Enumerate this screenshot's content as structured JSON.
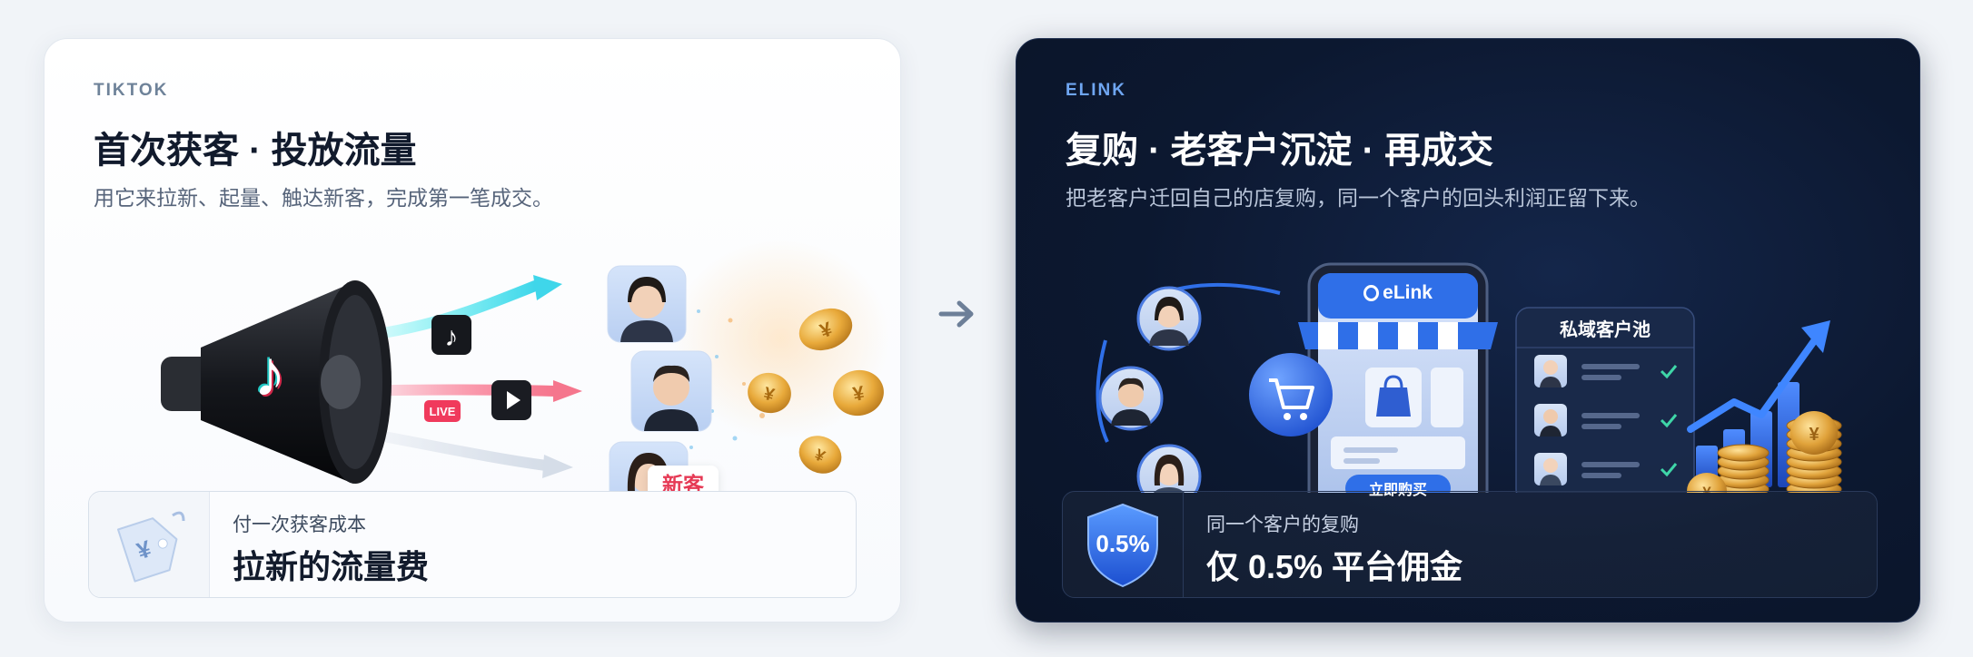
{
  "left_card": {
    "eyebrow": "TIKTOK",
    "title": "首次获客 · 投放流量",
    "subtitle": "用它来拉新、起量、触达新客，完成第一笔成交。",
    "live_badge": "LIVE",
    "new_customer_tag": "新客",
    "bottom": {
      "sub": "付一次获客成本",
      "main": "拉新的流量费",
      "icon": "yen-price-tag-icon"
    }
  },
  "right_card": {
    "eyebrow": "ELINK",
    "title": "复购 · 老客户沉淀 · 再成交",
    "subtitle": "把老客户迁回自己的店复购，同一个客户的回头利润正留下来。",
    "phone_brand": "eLink",
    "buy_button": "立即购买",
    "pool_title": "私域客户池",
    "bottom": {
      "sub": "同一个客户的复购",
      "main": "仅 0.5% 平台佣金",
      "shield_text": "0.5%"
    }
  },
  "colors": {
    "page_bg": "#f1f4f8",
    "dark_card_bg": "#0c1830",
    "accent_blue": "#2f6fe8",
    "tiktok_cyan": "#25f4ee",
    "tiktok_red": "#fe2c55",
    "coin_gold": "#e8a93a"
  }
}
